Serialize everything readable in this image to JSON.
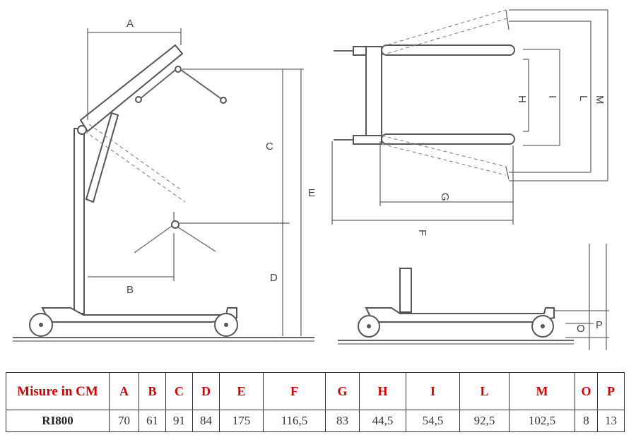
{
  "diagram": {
    "dimension_labels": [
      "A",
      "B",
      "C",
      "D",
      "E",
      "F",
      "G",
      "H",
      "I",
      "L",
      "M",
      "O",
      "P"
    ]
  },
  "table": {
    "header": [
      "Misure in CM",
      "A",
      "B",
      "C",
      "D",
      "E",
      "F",
      "G",
      "H",
      "I",
      "L",
      "M",
      "O",
      "P"
    ],
    "row": [
      "RI800",
      "70",
      "61",
      "91",
      "84",
      "175",
      "116,5",
      "83",
      "44,5",
      "54,5",
      "92,5",
      "102,5",
      "8",
      "13"
    ]
  },
  "colors": {
    "header_text": "#d10000",
    "line": "#666666"
  }
}
